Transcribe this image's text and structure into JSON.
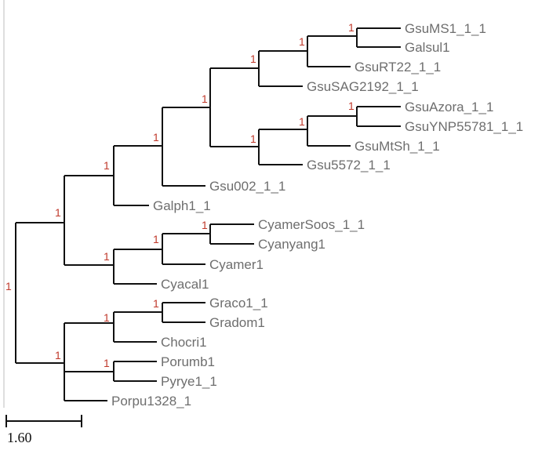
{
  "tree": {
    "leaves": {
      "gsums1": "GsuMS1_1_1",
      "galsul": "Galsul1",
      "gsurt22": "GsuRT22_1_1",
      "gsusag": "GsuSAG2192_1_1",
      "gsuazora": "GsuAzora_1_1",
      "gsuynp": "GsuYNP55781_1_1",
      "gsumtsh": "GsuMtSh_1_1",
      "gsu5572": "Gsu5572_1_1",
      "gsu002": "Gsu002_1_1",
      "galph": "Galph1_1",
      "cyamersoos": "CyamerSoos_1_1",
      "cyanyang": "Cyanyang1",
      "cyamer": "Cyamer1",
      "cyacal": "Cyacal1",
      "graco": "Graco1_1",
      "gradom": "Gradom1",
      "chocri": "Chocri1",
      "porumb": "Porumb1",
      "pyrye": "Pyrye1_1",
      "porpu": "Porpu1328_1"
    },
    "support_value": "1",
    "scale_bar_label": "1.60"
  },
  "colors": {
    "branch": "#111111",
    "leaf_label": "#6e6e6e",
    "support_label": "#c0392b"
  }
}
